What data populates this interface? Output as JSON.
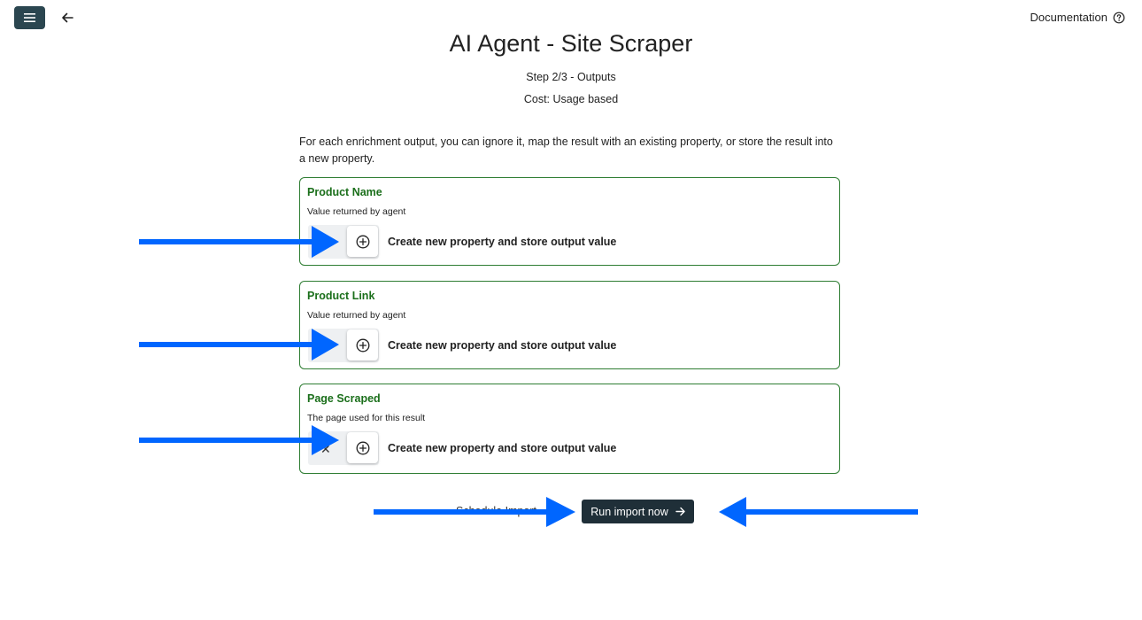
{
  "header": {
    "menu_icon": "hamburger-menu-icon",
    "back_icon": "arrow-left-icon",
    "documentation_label": "Documentation",
    "help_icon": "question-circle-icon"
  },
  "page": {
    "title": "AI Agent - Site Scraper",
    "step": "Step 2/3 - Outputs",
    "cost": "Cost: Usage based",
    "intro": "For each enrichment output, you can ignore it, map the result with an existing property, or store the result into a new property."
  },
  "outputs": [
    {
      "title": "Product Name",
      "description": "Value returned by agent",
      "action_label": "Create new property and store output value"
    },
    {
      "title": "Product Link",
      "description": "Value returned by agent",
      "action_label": "Create new property and store output value"
    },
    {
      "title": "Page Scraped",
      "description": "The page used for this result",
      "action_label": "Create new property and store output value"
    }
  ],
  "footer": {
    "schedule_label": "Schedule Import",
    "run_label": "Run import now",
    "run_icon": "arrow-right-icon"
  },
  "colors": {
    "accent_dark": "#1f2f38",
    "menu_button": "#2b4650",
    "card_border": "#2e7d32",
    "card_title": "#1b6f1b",
    "annotation_arrow": "#0066ff"
  }
}
